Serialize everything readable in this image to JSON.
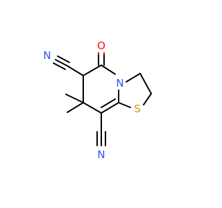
{
  "atoms": [
    {
      "symbol": "O",
      "color": "#ff0d0d"
    },
    {
      "symbol": "N",
      "color": "#3050f8"
    },
    {
      "symbol": "S",
      "color": "#c8a000"
    },
    {
      "symbol": "N",
      "color": "#3050f8"
    },
    {
      "symbol": "N",
      "color": "#3050f8"
    }
  ],
  "colors": {
    "bond": "#000000",
    "oxygen": "#ff0d0d",
    "nitrogen": "#3050f8",
    "sulfur": "#c8a000"
  }
}
